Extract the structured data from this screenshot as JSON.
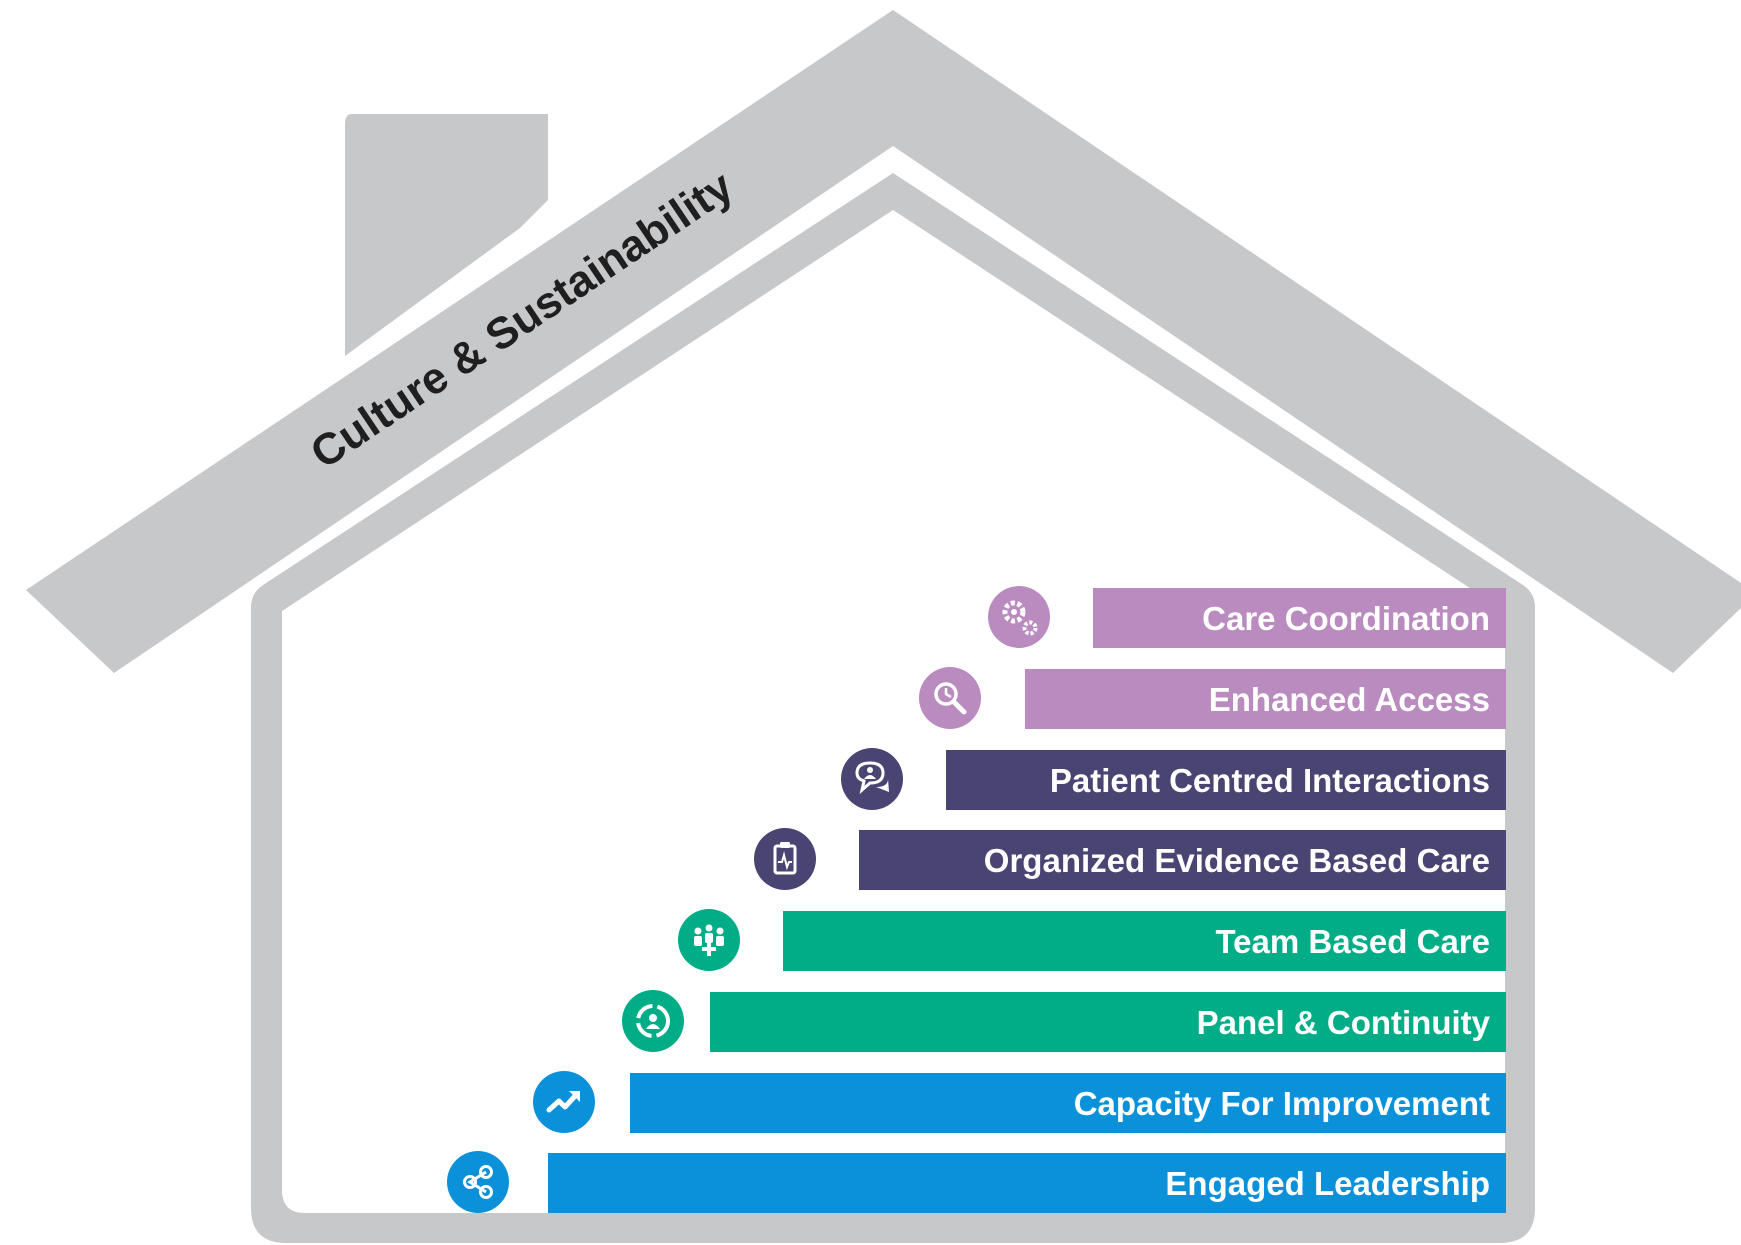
{
  "roof": {
    "label": "Culture & Sustainability"
  },
  "colors": {
    "house": "#c7c8ca",
    "purple": "#b98bbf",
    "navy": "#4a4472",
    "green": "#00ad86",
    "blue": "#0b91d9",
    "label": "#ffffff",
    "roof_text": "#1f1f1f"
  },
  "steps": [
    {
      "label": "Care Coordination",
      "color": "purple",
      "icon": "gears-icon"
    },
    {
      "label": "Enhanced Access",
      "color": "purple",
      "icon": "magnifier-clock-icon"
    },
    {
      "label": "Patient Centred Interactions",
      "color": "navy",
      "icon": "chat-person-icon"
    },
    {
      "label": "Organized Evidence Based Care",
      "color": "navy",
      "icon": "clipboard-pulse-icon"
    },
    {
      "label": "Team Based Care",
      "color": "green",
      "icon": "team-plus-icon"
    },
    {
      "label": "Panel & Continuity",
      "color": "green",
      "icon": "cycle-person-icon"
    },
    {
      "label": "Capacity For Improvement",
      "color": "blue",
      "icon": "trend-up-icon"
    },
    {
      "label": "Engaged Leadership",
      "color": "blue",
      "icon": "share-nodes-icon"
    }
  ]
}
